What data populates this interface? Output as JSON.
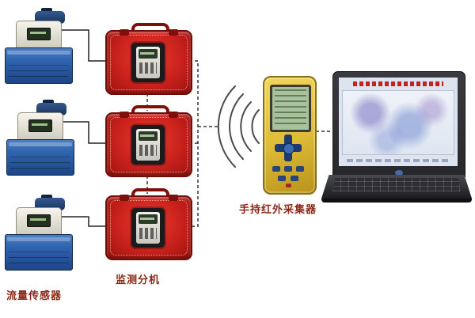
{
  "labels": {
    "flow_sensor": "流量传感器",
    "monitor_unit": "监测分机",
    "handheld_collector": "手持红外采集器"
  },
  "layout": {
    "flow_sensor_count": 3,
    "monitor_unit_count": 3,
    "wireless_wave_count": 4
  },
  "icons": {
    "wireless_signal": "concentric-arcs",
    "flow_meter": "css-shape",
    "monitor_case": "css-shape",
    "handheld_device": "css-shape",
    "laptop": "css-shape"
  },
  "colors": {
    "label_text": "#8A2A18",
    "case_red": "#C9211C",
    "case_red_dark": "#6F0D0A",
    "sensor_box_blue": "#2F63AE",
    "handheld_yellow": "#DDBB35",
    "lcd_green": "#A9C29C",
    "keypad_blue": "#1E3A6E",
    "line_color": "#333333",
    "laptop_frame": "#26262B",
    "laptop_screen_bg": "#DCE4EF",
    "screen_title_red": "#C42222"
  }
}
